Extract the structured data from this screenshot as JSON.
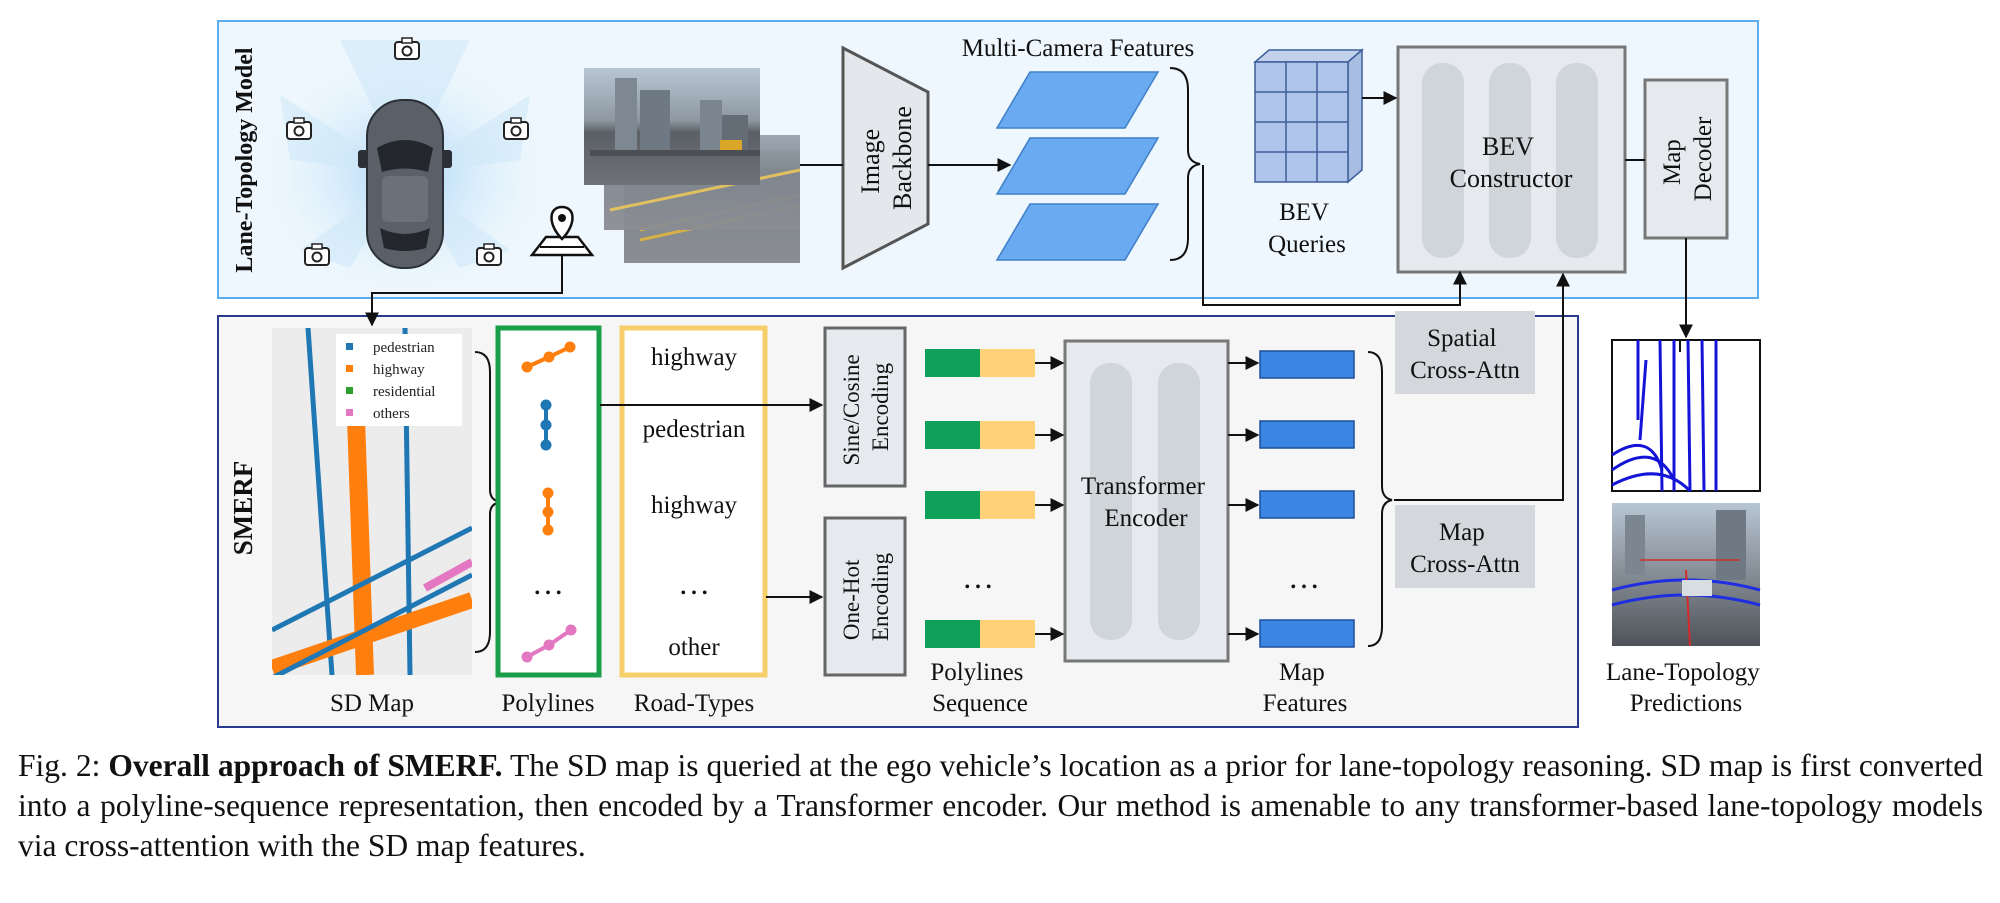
{
  "panels": {
    "top_label": "Lane-Topology Model",
    "bottom_label": "SMERF"
  },
  "top": {
    "multi_camera_title": "Multi-Camera Features",
    "image_backbone": [
      "Image",
      "Backbone"
    ],
    "bev_queries": [
      "BEV",
      "Queries"
    ],
    "bev_constructor": [
      "BEV",
      "Constructor"
    ],
    "map_decoder": [
      "Map",
      "Decoder"
    ]
  },
  "bottom": {
    "legend": [
      {
        "label": "pedestrian",
        "color": "#1f77b4"
      },
      {
        "label": "highway",
        "color": "#ff7f0e"
      },
      {
        "label": "residential",
        "color": "#2ca02c"
      },
      {
        "label": "others",
        "color": "#e377c2"
      }
    ],
    "road_types": [
      "highway",
      "pedestrian",
      "highway",
      "…",
      "other"
    ],
    "ellipsis": "…",
    "sine_cosine": [
      "Sine/Cosine",
      "Encoding"
    ],
    "one_hot": [
      "One-Hot",
      "Encoding"
    ],
    "transformer": [
      "Transformer",
      "Encoder"
    ],
    "spatial_cross": [
      "Spatial",
      "Cross-Attn"
    ],
    "map_cross": [
      "Map",
      "Cross-Attn"
    ]
  },
  "labels": {
    "sd_map": "SD Map",
    "polylines": "Polylines",
    "road_types": "Road-Types",
    "polylines_sequence": [
      "Polylines",
      "Sequence"
    ],
    "map_features": [
      "Map",
      "Features"
    ],
    "predictions": [
      "Lane-Topology",
      "Predictions"
    ]
  },
  "colors": {
    "top_panel_border": "#5aaef0",
    "bottom_panel_border": "#2a3a8c",
    "feature_blue": "#6aaaf0",
    "map_feature_blue": "#3b86e3",
    "seq_green": "#0fa15a",
    "seq_yellow": "#ffd27a",
    "polyline_green": "#1a9e4a",
    "roadtype_yellow": "#f7cf6a",
    "cross_attn_gray": "#d4d8dc"
  },
  "caption": {
    "prefix": "Fig. 2: ",
    "bold": "Overall approach of SMERF.",
    "text": " The SD map is queried at the ego vehicle’s location as a prior for lane-topology reasoning. SD map is first converted into a polyline-sequence representation, then encoded by a Transformer encoder. Our method is amenable to any transformer-based lane-topology models via cross-attention with the SD map features."
  }
}
